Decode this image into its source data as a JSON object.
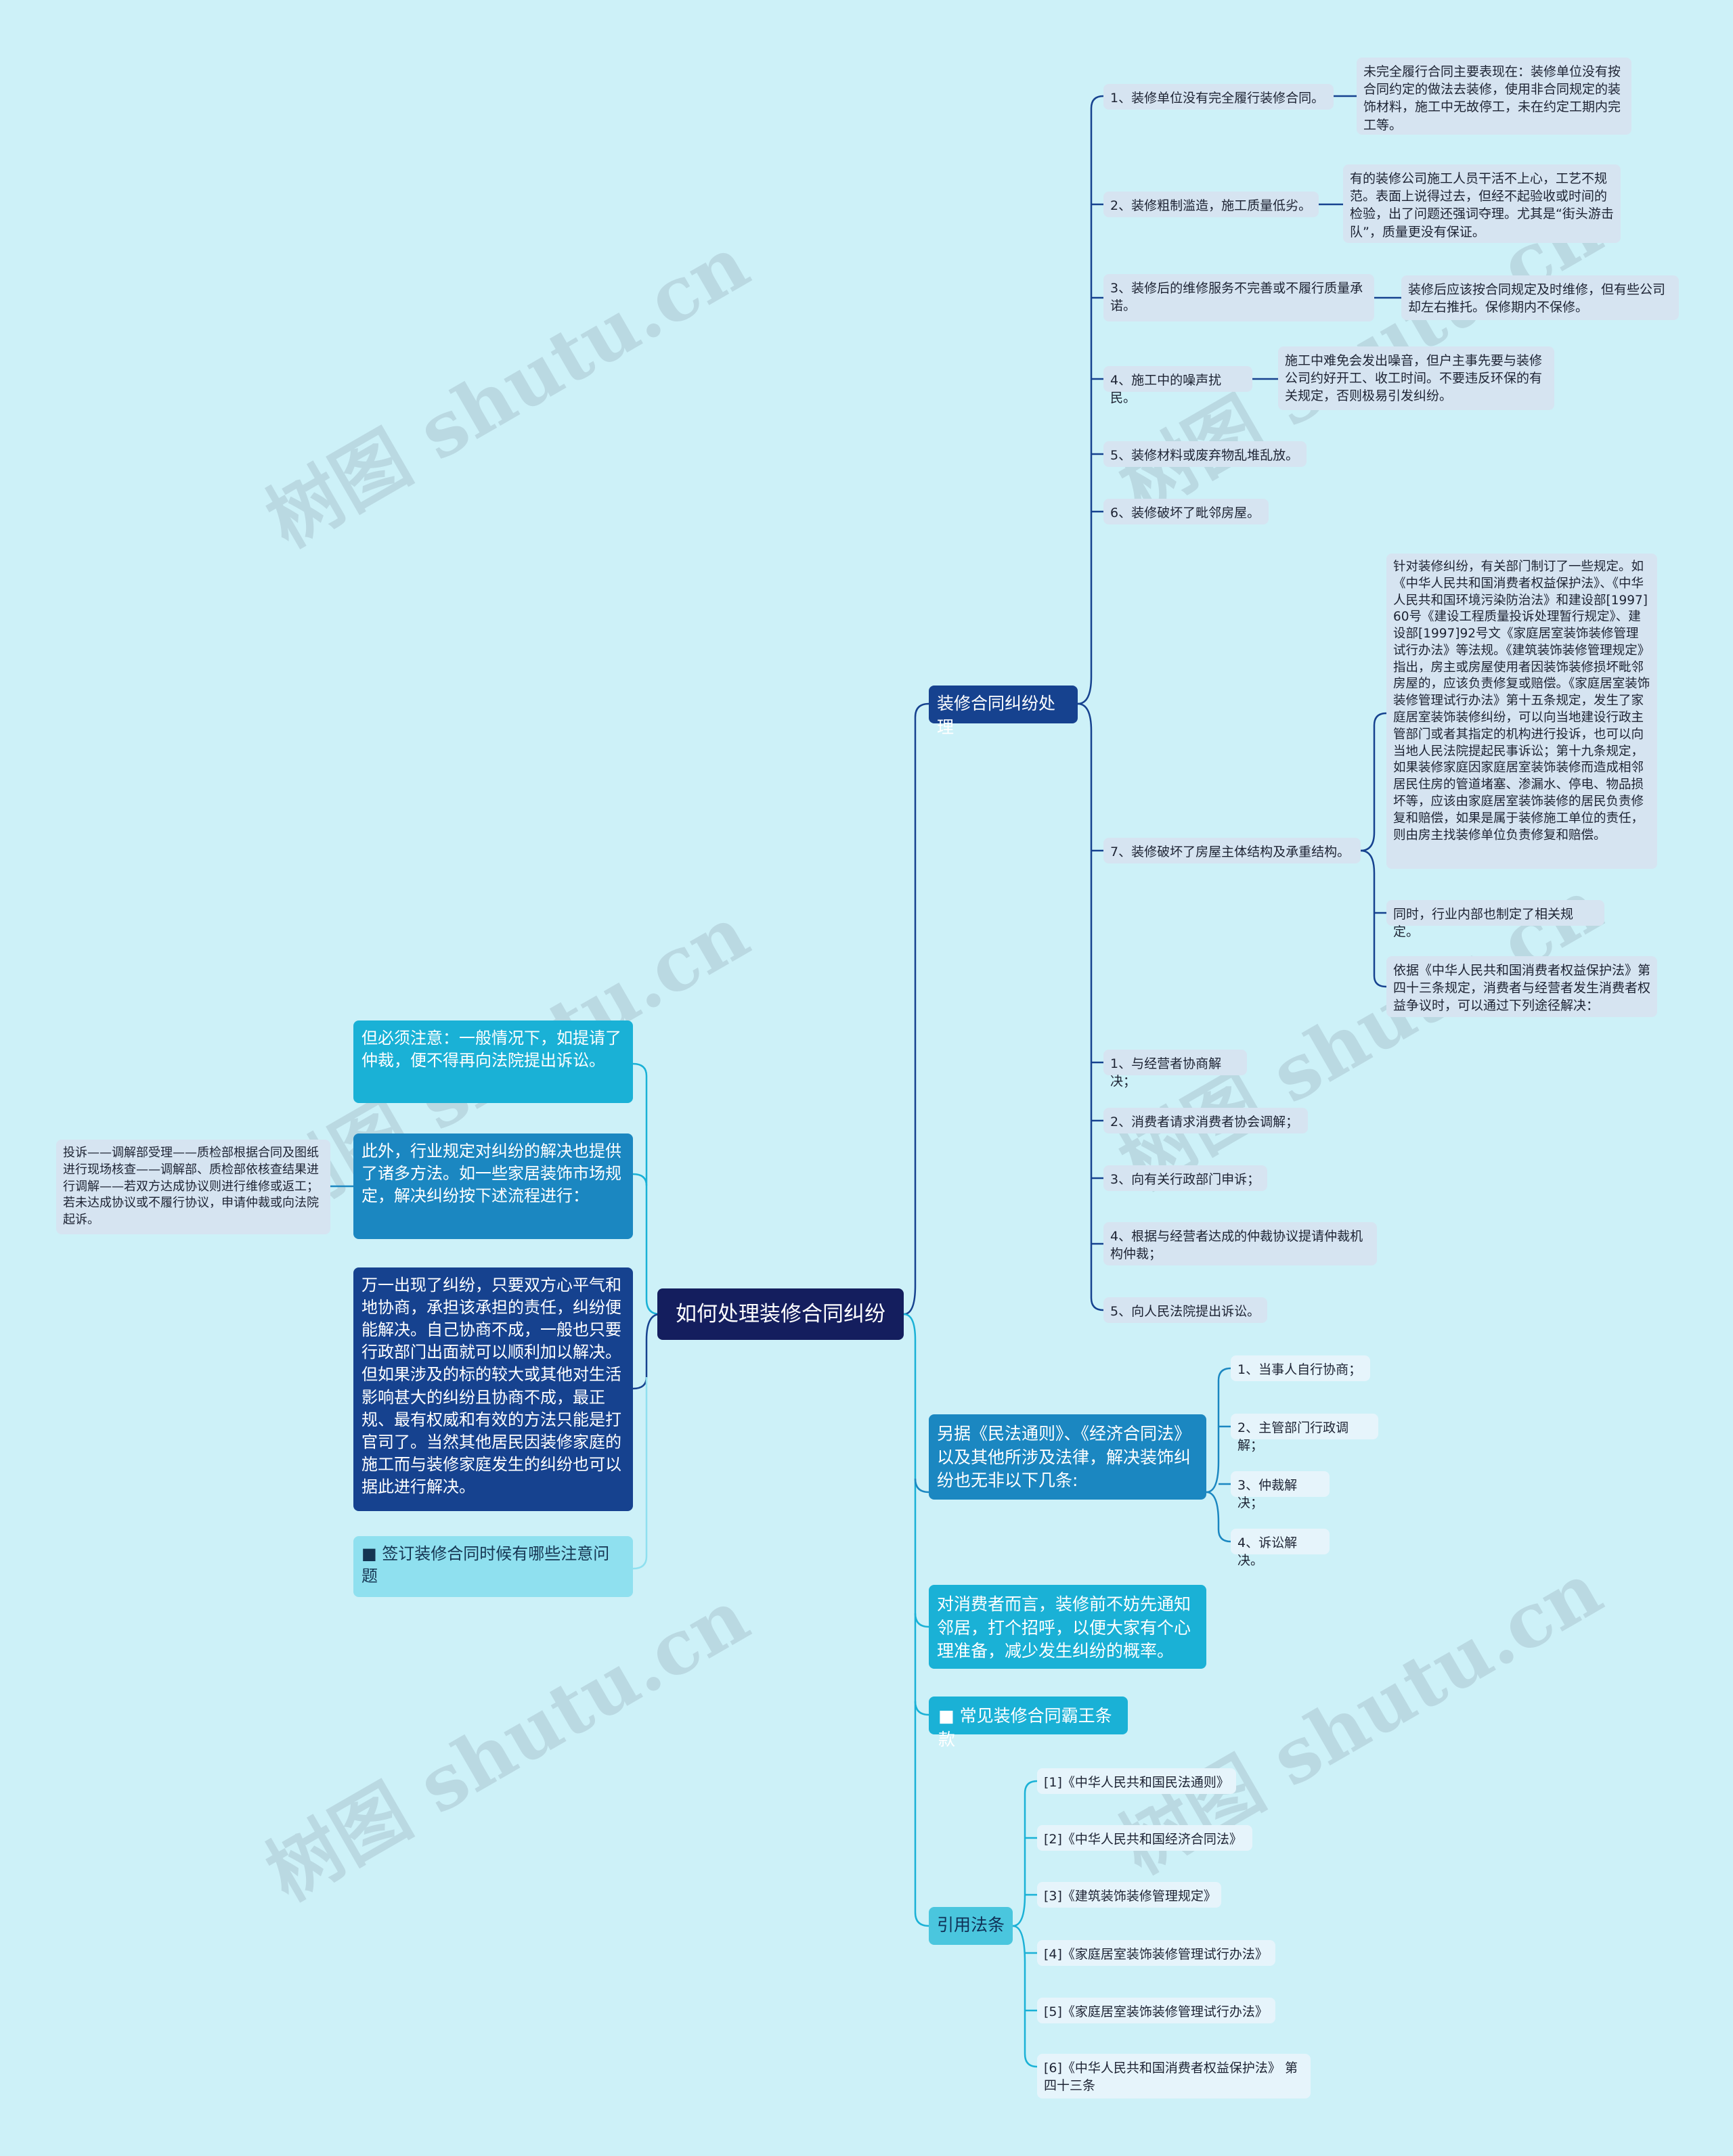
{
  "root": {
    "title": "如何处理装修合同纠纷"
  },
  "watermark": "树图 shutu.cn",
  "colors": {
    "background": "#cdf1f8",
    "root": "#141e5e",
    "branch_dark": "#16428f",
    "branch_blue": "#1b87c1",
    "branch_cyan": "#1ab1d6",
    "branch_light": "#4ac6de",
    "leaf": "#d6e4f1",
    "line_dark": "#16428f",
    "line_cyan": "#1ab1d6"
  },
  "branches": {
    "dispute_handling": {
      "label": "装修合同纠纷处理",
      "items": [
        {
          "label": "1、装修单位没有完全履行装修合同。",
          "detail": "未完全履行合同主要表现在：装修单位没有按合同约定的做法去装修，使用非合同规定的装饰材料，施工中无故停工，未在约定工期内完工等。"
        },
        {
          "label": "2、装修粗制滥造，施工质量低劣。",
          "detail": "有的装修公司施工人员干活不上心，工艺不规范。表面上说得过去，但经不起验收或时间的检验，出了问题还强词夺理。尤其是“街头游击队”，质量更没有保证。"
        },
        {
          "label": "3、装修后的维修服务不完善或不履行质量承诺。",
          "detail": "装修后应该按合同规定及时维修，但有些公司却左右推托。保修期内不保修。"
        },
        {
          "label": "4、施工中的噪声扰民。",
          "detail": "施工中难免会发出噪音，但户主事先要与装修公司约好开工、收工时间。不要违反环保的有关规定，否则极易引发纠纷。"
        },
        {
          "label": "5、装修材料或废弃物乱堆乱放。"
        },
        {
          "label": "6、装修破坏了毗邻房屋。"
        },
        {
          "label": "7、装修破坏了房屋主体结构及承重结构。",
          "details": [
            "针对装修纠纷，有关部门制订了一些规定。如《中华人民共和国消费者权益保护法》、《中华人民共和国环境污染防治法》和建设部[1997]60号《建设工程质量投诉处理暂行规定》、建设部[1997]92号文《家庭居室装饰装修管理试行办法》等法规。《建筑装饰装修管理规定》指出，房主或房屋使用者因装饰装修损坏毗邻房屋的，应该负责修复或赔偿。《家庭居室装饰装修管理试行办法》第十五条规定，发生了家庭居室装饰装修纠纷，可以向当地建设行政主管部门或者其指定的机构进行投诉，也可以向当地人民法院提起民事诉讼；第十九条规定，如果装修家庭因家庭居室装饰装修而造成相邻居民住房的管道堵塞、渗漏水、停电、物品损坏等，应该由家庭居室装饰装修的居民负责修复和赔偿，如果是属于装修施工单位的责任，则由房主找装修单位负责修复和赔偿。",
            "同时，行业内部也制定了相关规定。",
            "依据《中华人民共和国消费者权益保护法》第四十三条规定，消费者与经营者发生消费者权益争议时，可以通过下列途径解决："
          ]
        },
        {
          "label": "1、与经营者协商解决；"
        },
        {
          "label": "2、消费者请求消费者协会调解；"
        },
        {
          "label": "3、向有关行政部门申诉；"
        },
        {
          "label": "4、根据与经营者达成的仲裁协议提请仲裁机构仲裁；"
        },
        {
          "label": "5、向人民法院提出诉讼。"
        }
      ]
    },
    "civil_law": {
      "label": "另据《民法通则》、《经济合同法》以及其他所涉及法律，解决装饰纠纷也无非以下几条:",
      "items": [
        "1、当事人自行协商；",
        "2、主管部门行政调解；",
        "3、仲裁解决；",
        "4、诉讼解决。"
      ]
    },
    "consumer_tip": {
      "label": "对消费者而言，装修前不妨先通知邻居，打个招呼，以便大家有个心理准备，减少发生纠纷的概率。"
    },
    "overlord_clause": {
      "label": "常见装修合同霸王条款"
    },
    "citations": {
      "label": "引用法条",
      "items": [
        "[1]《中华人民共和国民法通则》",
        "[2]《中华人民共和国经济合同法》",
        "[3]《建筑装饰装修管理规定》",
        "[4]《家庭居室装饰装修管理试行办法》",
        "[5]《家庭居室装饰装修管理试行办法》",
        "[6]《中华人民共和国消费者权益保护法》 第四十三条"
      ]
    },
    "left": {
      "arbitration_note": "但必须注意：一般情况下，如提请了仲裁，便不得再向法院提出诉讼。",
      "industry_rules": "此外，行业规定对纠纷的解决也提供了诸多方法。如一些家居装饰市场规定，解决纠纷按下述流程进行：",
      "industry_flow": "投诉——调解部受理——质检部根据合同及图纸进行现场核查——调解部、质检部依核查结果进行调解——若双方达成协议则进行维修或返工；若未达成协议或不履行协议，申请仲裁或向法院起诉。",
      "negotiation": "万一出现了纠纷，只要双方心平气和地协商，承担该承担的责任，纠纷便能解决。自己协商不成，一般也只要行政部门出面就可以顺利加以解决。但如果涉及的标的较大或其他对生活影响甚大的纠纷且协商不成，最正规、最有权威和有效的方法只能是打官司了。当然其他居民因装修家庭的施工而与装修家庭发生的纠纷也可以据此进行解决。",
      "signing_notes": "签订装修合同时候有哪些注意问题"
    }
  }
}
